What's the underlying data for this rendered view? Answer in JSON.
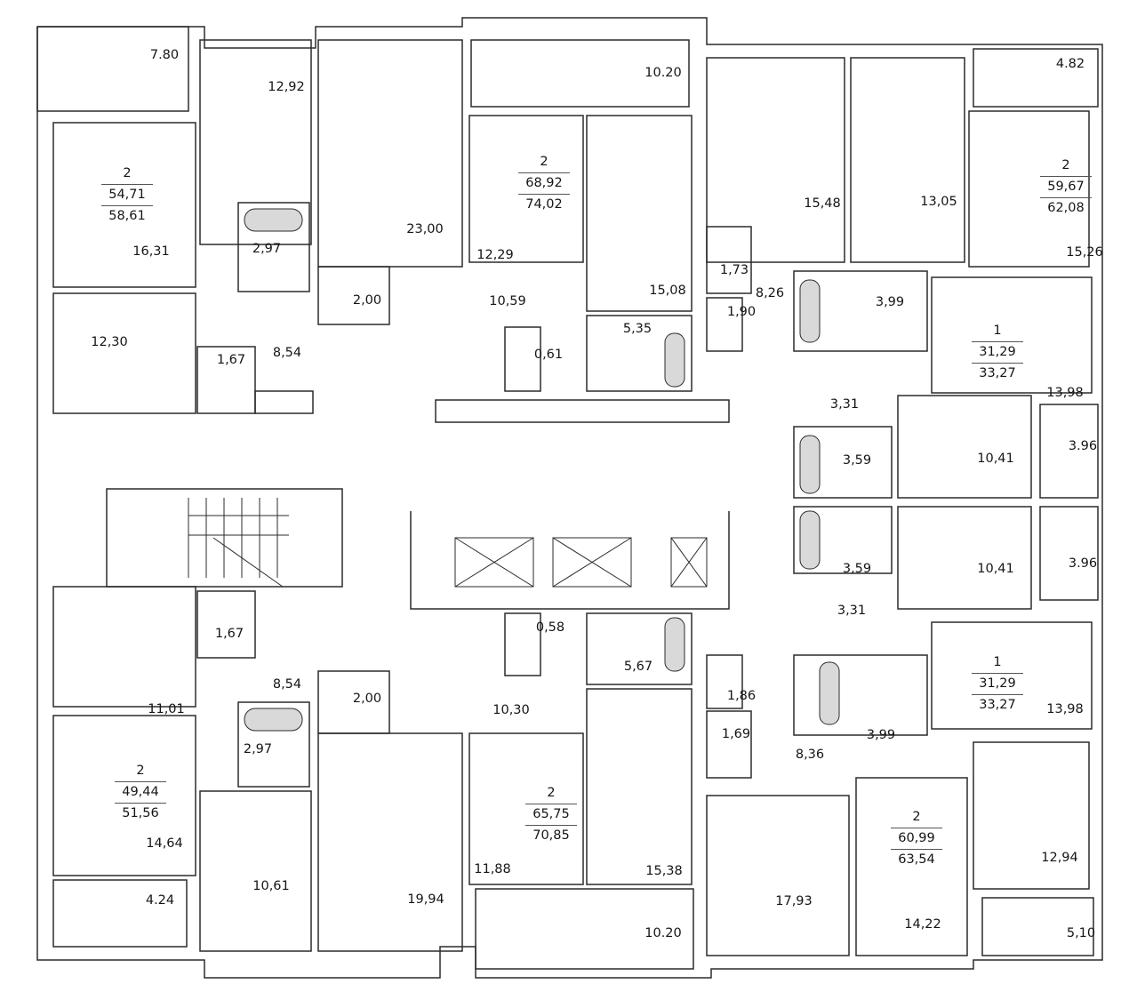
{
  "title": "Floor plan",
  "apartments": [
    {
      "rooms": "2",
      "living": "54,71",
      "total": "58,61"
    },
    {
      "rooms": "2",
      "living": "68,92",
      "total": "74,02"
    },
    {
      "rooms": "2",
      "living": "59,67",
      "total": "62,08"
    },
    {
      "rooms": "1",
      "living": "31,29",
      "total": "33,27"
    },
    {
      "rooms": "1",
      "living": "31,29",
      "total": "33,27"
    },
    {
      "rooms": "2",
      "living": "49,44",
      "total": "51,56"
    },
    {
      "rooms": "2",
      "living": "65,75",
      "total": "70,85"
    },
    {
      "rooms": "2",
      "living": "60,99",
      "total": "63,54"
    }
  ],
  "areas": [
    "7.80",
    "12,92",
    "23,00",
    "10.20",
    "4.82",
    "16,31",
    "2,97",
    "12,29",
    "10,59",
    "15,08",
    "2,00",
    "12,30",
    "1,67",
    "8,54",
    "0,61",
    "5,35",
    "15,48",
    "13,05",
    "15,26",
    "1,73",
    "8,26",
    "1,90",
    "3,99",
    "13,98",
    "3,31",
    "3.96",
    "3,59",
    "10,41",
    "3,59",
    "10,41",
    "3.96",
    "3,31",
    "13,98",
    "3,99",
    "1,86",
    "1,69",
    "8,36",
    "12,94",
    "17,93",
    "14,22",
    "5,10",
    "10.20",
    "15,38",
    "11,88",
    "10,30",
    "5,67",
    "0,58",
    "2,00",
    "1,67",
    "8,54",
    "11,01",
    "2,97",
    "14,64",
    "10,61",
    "19,94",
    "4.24"
  ],
  "colors": {
    "wall": "#2b2b2b",
    "fixture": "#d9d9d9"
  }
}
